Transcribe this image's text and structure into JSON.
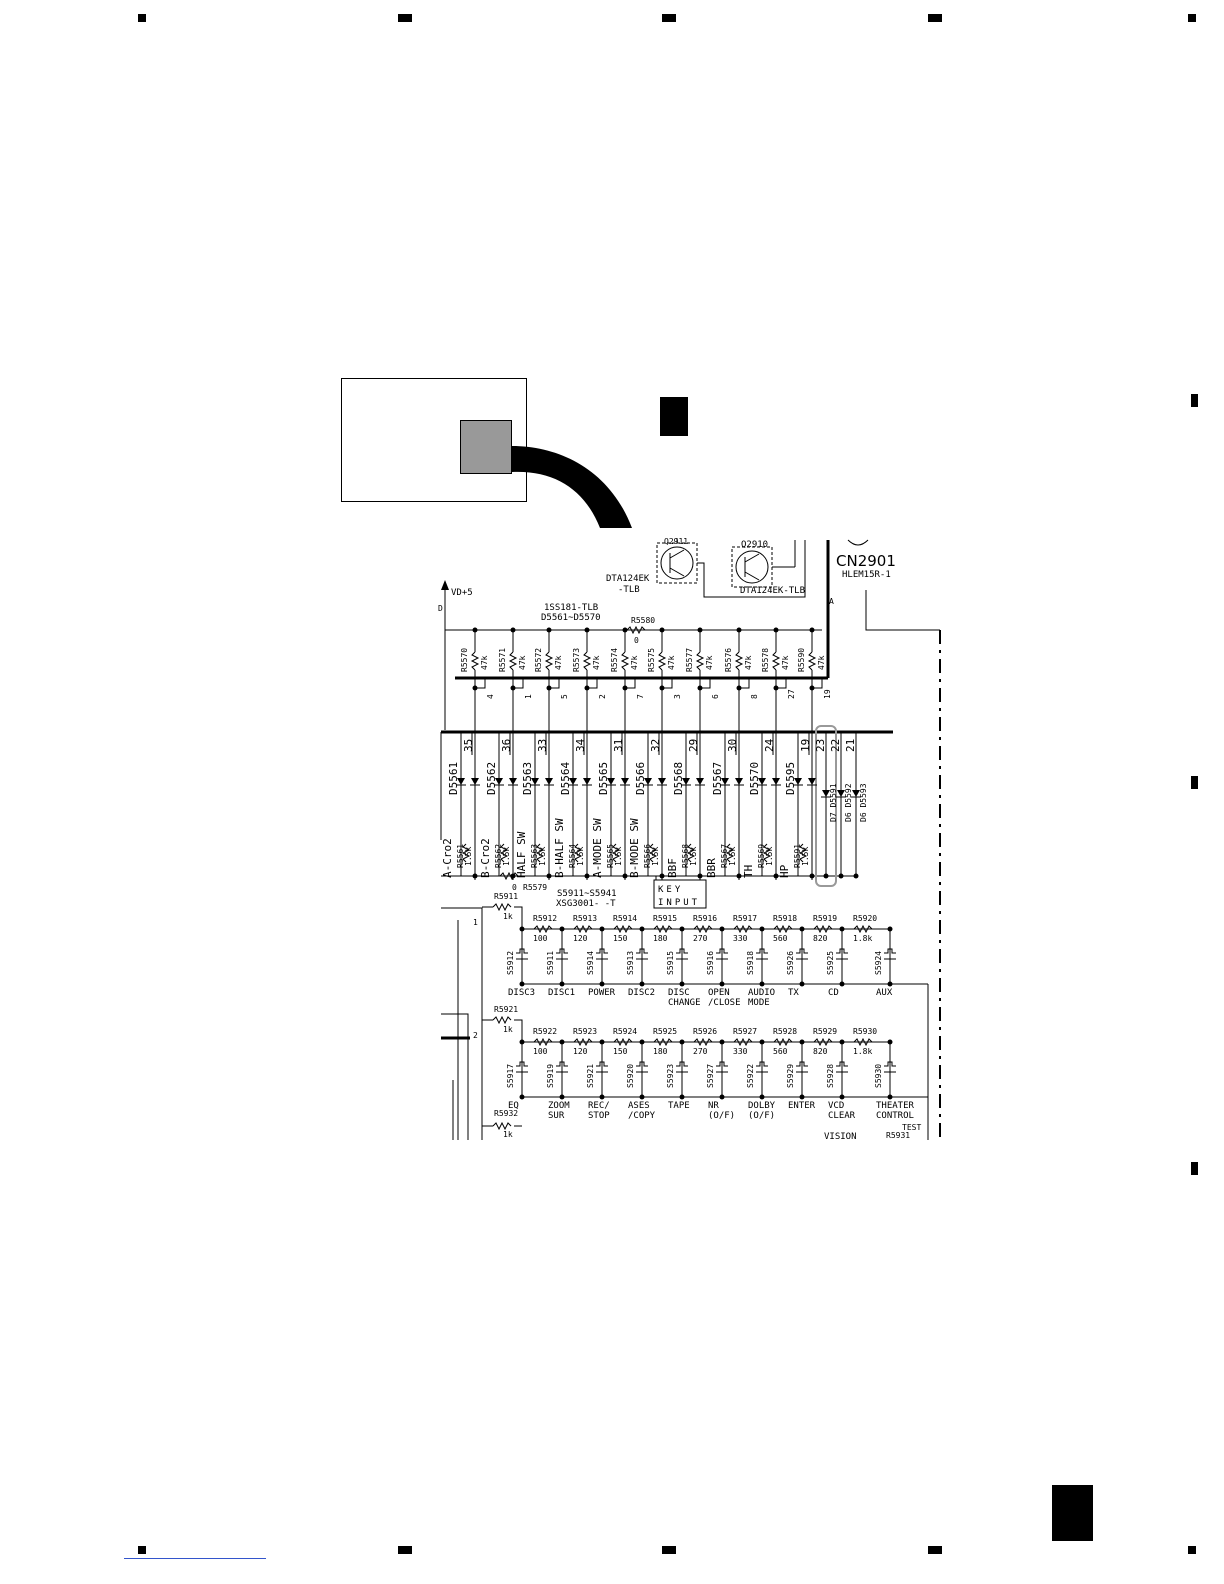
{
  "connector": {
    "ref": "CN2901",
    "part": "HLEM15R-1"
  },
  "supply": {
    "label": "VD+5"
  },
  "transistors": [
    {
      "part": "DTA124EK",
      "suffix": "-TLB",
      "ref": "Q2911"
    },
    {
      "ref": "Q2910",
      "part": "DTA124EK-TLB"
    }
  ],
  "diode_array": {
    "part": "1SS181-TLB",
    "range": "D5561~D5570"
  },
  "r5580": {
    "ref": "R5580",
    "value": "0"
  },
  "pullups": [
    {
      "ref": "R5570",
      "value": "47k"
    },
    {
      "ref": "R5571",
      "value": "47k"
    },
    {
      "ref": "R5572",
      "value": "47k"
    },
    {
      "ref": "R5573",
      "value": "47k"
    },
    {
      "ref": "R5574",
      "value": "47k"
    },
    {
      "ref": "R5575",
      "value": "47k"
    },
    {
      "ref": "R5577",
      "value": "47k"
    },
    {
      "ref": "R5576",
      "value": "47k"
    },
    {
      "ref": "R5578",
      "value": "47k"
    },
    {
      "ref": "R5590",
      "value": "47k"
    }
  ],
  "upper_pins": [
    "4",
    "1",
    "5",
    "2",
    "7",
    "3",
    "6",
    "8",
    "27",
    "19"
  ],
  "diodes": [
    {
      "ref": "D5561",
      "pin": "35"
    },
    {
      "ref": "D5562",
      "pin": "36"
    },
    {
      "ref": "D5563",
      "pin": "33"
    },
    {
      "ref": "D5564",
      "pin": "34"
    },
    {
      "ref": "D5565",
      "pin": "31"
    },
    {
      "ref": "D5566",
      "pin": "32"
    },
    {
      "ref": "D5568",
      "pin": "29"
    },
    {
      "ref": "D5567",
      "pin": "30"
    },
    {
      "ref": "D5570",
      "pin": "24"
    },
    {
      "ref": "D5595",
      "pin": "19"
    }
  ],
  "right_diodes": [
    {
      "pin": "23",
      "ref": "D7 D5591"
    },
    {
      "pin": "22",
      "ref": "D6 D5592"
    },
    {
      "pin": "21",
      "ref": "D6 D5593"
    }
  ],
  "signals": [
    {
      "net": "A-Cro2",
      "ref": "R5561",
      "value": "1.5k"
    },
    {
      "net": "B-Cro2",
      "ref": "R5562",
      "value": "1.5k"
    },
    {
      "net": "HALF SW",
      "ref": "R5563",
      "value": "1.5k"
    },
    {
      "net": "B-HALF SW",
      "ref": "R5564",
      "value": "1.5k"
    },
    {
      "net": "A-MODE SW",
      "ref": "R5565",
      "value": "1.5k"
    },
    {
      "net": "B-MODE SW",
      "ref": "R5566",
      "value": "1.5k"
    },
    {
      "net": "BBF",
      "ref": "R5568",
      "value": "1.5k"
    },
    {
      "net": "BBR",
      "ref": "R5567",
      "value": "1.5k"
    },
    {
      "net": "TH",
      "ref": "R5569",
      "value": "1.5k"
    },
    {
      "net": "HP",
      "ref": "R5591",
      "value": "1.5k"
    }
  ],
  "r5579": {
    "value": "0",
    "ref": "R5579"
  },
  "switch_range": {
    "range": "S5911~S5941",
    "part": "XSG3001- -T"
  },
  "key_input": {
    "line1": "KEY",
    "line2": "INPUT"
  },
  "row1": {
    "feed": {
      "ref": "R5911",
      "value": "1k",
      "pin": "1"
    },
    "resistors": [
      {
        "ref": "R5912",
        "value": "100"
      },
      {
        "ref": "R5913",
        "value": "120"
      },
      {
        "ref": "R5914",
        "value": "150"
      },
      {
        "ref": "R5915",
        "value": "180"
      },
      {
        "ref": "R5916",
        "value": "270"
      },
      {
        "ref": "R5917",
        "value": "330"
      },
      {
        "ref": "R5918",
        "value": "560"
      },
      {
        "ref": "R5919",
        "value": "820"
      },
      {
        "ref": "R5920",
        "value": "1.8k"
      }
    ],
    "switches": [
      {
        "ref": "S5912",
        "l1": "DISC3",
        "l2": ""
      },
      {
        "ref": "S5911",
        "l1": "DISC1",
        "l2": ""
      },
      {
        "ref": "S5914",
        "l1": "POWER",
        "l2": ""
      },
      {
        "ref": "S5913",
        "l1": "DISC2",
        "l2": ""
      },
      {
        "ref": "S5915",
        "l1": "DISC",
        "l2": "CHANGE"
      },
      {
        "ref": "S5916",
        "l1": "OPEN",
        "l2": "/CLOSE"
      },
      {
        "ref": "S5918",
        "l1": "AUDIO",
        "l2": "MODE"
      },
      {
        "ref": "S5926",
        "l1": "TX",
        "l2": ""
      },
      {
        "ref": "S5925",
        "l1": "CD",
        "l2": ""
      },
      {
        "ref": "S5924",
        "l1": "AUX",
        "l2": ""
      }
    ]
  },
  "row2": {
    "feed": {
      "ref": "R5921",
      "value": "1k",
      "pin": "2"
    },
    "resistors": [
      {
        "ref": "R5922",
        "value": "100"
      },
      {
        "ref": "R5923",
        "value": "120"
      },
      {
        "ref": "R5924",
        "value": "150"
      },
      {
        "ref": "R5925",
        "value": "180"
      },
      {
        "ref": "R5926",
        "value": "270"
      },
      {
        "ref": "R5927",
        "value": "330"
      },
      {
        "ref": "R5928",
        "value": "560"
      },
      {
        "ref": "R5929",
        "value": "820"
      },
      {
        "ref": "R5930",
        "value": "1.8k"
      }
    ],
    "switches": [
      {
        "ref": "S5917",
        "l1": "EQ",
        "l2": ""
      },
      {
        "ref": "S5919",
        "l1": "ZOOM",
        "l2": "SUR"
      },
      {
        "ref": "S5921",
        "l1": "REC/",
        "l2": "STOP"
      },
      {
        "ref": "S5920",
        "l1": "ASES",
        "l2": "/COPY"
      },
      {
        "ref": "S5923",
        "l1": "TAPE",
        "l2": ""
      },
      {
        "ref": "S5927",
        "l1": "NR",
        "l2": "(O/F)"
      },
      {
        "ref": "S5922",
        "l1": "DOLBY",
        "l2": "(O/F)"
      },
      {
        "ref": "S5929",
        "l1": "ENTER",
        "l2": ""
      },
      {
        "ref": "S5928",
        "l1": "VCD",
        "l2": "CLEAR"
      },
      {
        "ref": "S5930",
        "l1": "THEATER",
        "l2": "CONTROL"
      }
    ],
    "vision": "VISION"
  },
  "r5932": {
    "ref": "R5932",
    "value": "1k"
  },
  "test": {
    "label": "TEST",
    "ref": "R5931"
  },
  "colors": {
    "ink": "#000000",
    "locator_fill": "#999999"
  }
}
